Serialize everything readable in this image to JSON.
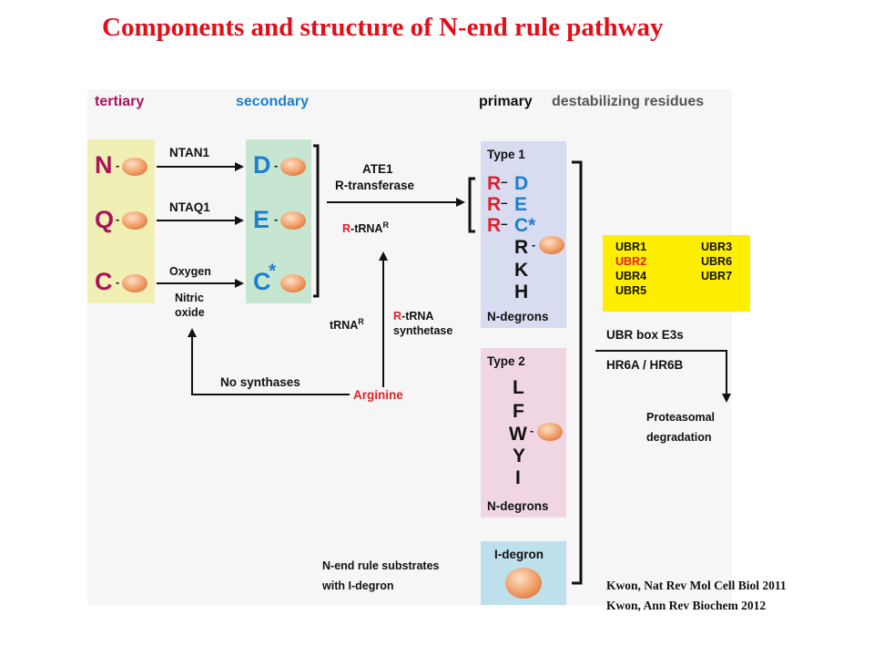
{
  "title": "Components and structure of N-end rule pathway",
  "headers": {
    "tertiary": "tertiary",
    "secondary": "secondary",
    "primary": "primary",
    "destabilizing": "destabilizing residues"
  },
  "tertiary": {
    "n": "N",
    "q": "Q",
    "c": "C"
  },
  "secondary": {
    "d": "D",
    "e": "E",
    "c": "C",
    "star": "*"
  },
  "enzymes": {
    "ntan1": "NTAN1",
    "ntaq1": "NTAQ1",
    "oxygen": "Oxygen",
    "nitric": "Nitric",
    "oxide": "oxide",
    "ate1": "ATE1",
    "rtransferase": "R-transferase",
    "rtrna_r": "R",
    "rtrna_rest": "-tRNA",
    "rtrna_sup": "R",
    "trna": "tRNA",
    "trna_sup": "R",
    "synth_r": "R",
    "synth_rest": "-tRNA",
    "synth_line2": "synthetase",
    "no_synthases": "No synthases",
    "arginine": "Arginine"
  },
  "type1": {
    "label": "Type 1",
    "r": "R",
    "dash": "–",
    "d": "D",
    "e": "E",
    "cstar": "C*",
    "residues": [
      "R",
      "K",
      "H"
    ],
    "footer": "N-degrons"
  },
  "type2": {
    "label": "Type 2",
    "residues": [
      "L",
      "F",
      "W",
      "Y",
      "I"
    ],
    "footer": "N-degrons"
  },
  "idegron": {
    "label": "I-degron",
    "substrates1": "N-end rule substrates",
    "substrates2": "with I-degron"
  },
  "ubr": {
    "col1": [
      "UBR1",
      "UBR2",
      "UBR4",
      "UBR5"
    ],
    "col2": [
      "UBR3",
      "UBR6",
      "UBR7"
    ]
  },
  "degradation": {
    "ubr_box": "UBR box E3s",
    "hr6": "HR6A / HR6B",
    "proteasomal": "Proteasomal",
    "degradation": "degradation"
  },
  "citations": [
    "Kwon, Nat Rev Mol Cell Biol 2011",
    "Kwon, Ann Rev Biochem 2012"
  ],
  "colors": {
    "title": "#e0101a",
    "tertiary": "#a8145a",
    "secondary": "#1c7fd0",
    "red_residue": "#e0202a",
    "tertiary_bg": "#f0efb4",
    "secondary_bg": "#c7e6d1",
    "type1_bg": "#d8dcf0",
    "type2_bg": "#f0d5e2",
    "idegron_bg": "#bde0ec",
    "ubr_bg": "#ffee00"
  }
}
